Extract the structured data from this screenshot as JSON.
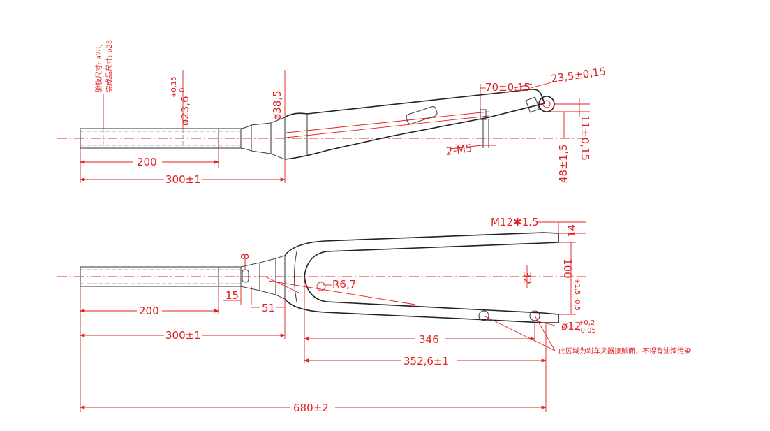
{
  "notes": {
    "mold_size": "验模尺寸: ø28,",
    "finished_size": "完成品尺寸: ø28",
    "brake_area": "此区域为刹车夹器接触面，不得有油漆污染"
  },
  "top_view": {
    "d_inner": "ø23,6",
    "d_inner_tol_upper": "+0,15",
    "d_inner_tol_lower": "0",
    "d_crown": "ø38,5",
    "len_200": "200",
    "len_300": "300±1",
    "offset_70": "70±0,15",
    "dim_23_5": "23,5±0,15",
    "dim_11": "11±0,15",
    "dim_48": "48±1,5",
    "thread": "2-M5"
  },
  "front_view": {
    "thread_m12": "M12✱1.5",
    "dim_14": "14",
    "dim_8": "8",
    "radius": "R6,7",
    "dim_32": "32",
    "dim_100": "100",
    "dim_100_tol": "+1,5 -0,5",
    "axle_d": "ø12",
    "axle_tol_upper": "+0,2",
    "axle_tol_lower": "-0,05",
    "dim_15": "15",
    "dim_51": "51",
    "len_200": "200",
    "len_300": "300±1",
    "dim_346": "346",
    "dim_352": "352,6±1",
    "dim_680": "680±2"
  }
}
